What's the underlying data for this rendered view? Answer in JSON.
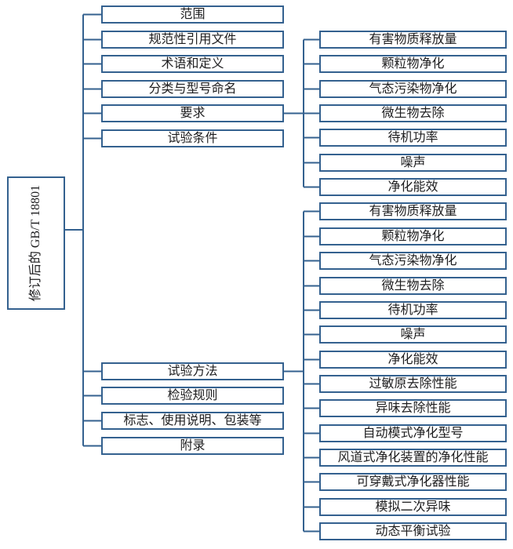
{
  "root": {
    "label": "修订后的 GB/T 18801"
  },
  "chapters": [
    "范围",
    "规范性引用文件",
    "术语和定义",
    "分类与型号命名",
    "要求",
    "试验条件",
    "试验方法",
    "检验规则",
    "标志、使用说明、包装等",
    "附录"
  ],
  "requirement_items": [
    "有害物质释放量",
    "颗粒物净化",
    "气态污染物净化",
    "微生物去除",
    "待机功率",
    "噪声",
    "净化能效"
  ],
  "test_method_items": [
    "有害物质释放量",
    "颗粒物净化",
    "气态污染物净化",
    "微生物去除",
    "待机功率",
    "噪声",
    "净化能效",
    "过敏原去除性能",
    "异味去除性能",
    "自动模式净化型号",
    "风道式净化装置的净化性能",
    "可穿戴式净化器性能",
    "模拟二次异味",
    "动态平衡试验"
  ],
  "colors": {
    "line": "#34618f",
    "text": "#1d1d1f",
    "background": "#ffffff"
  }
}
